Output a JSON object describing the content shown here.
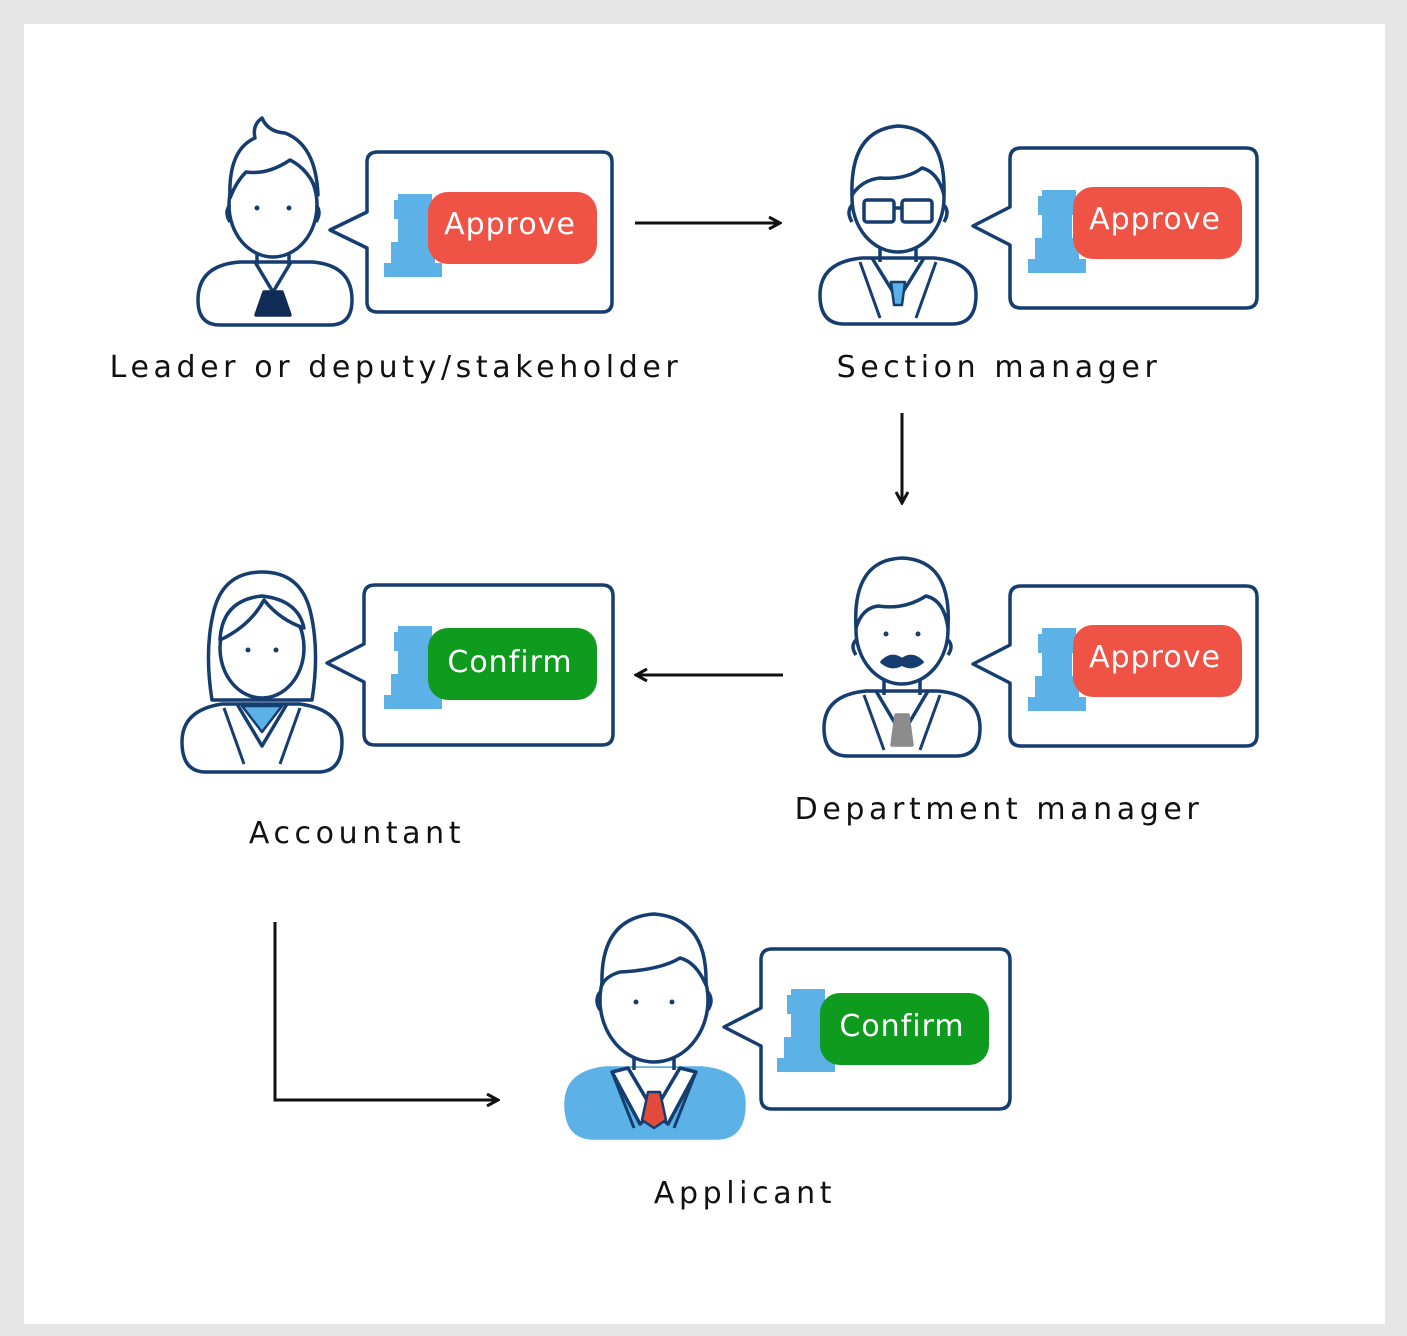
{
  "roles": [
    {
      "label": "Leader or deputy/stakeholder",
      "action": "Approve",
      "action_color": "#ee5346"
    },
    {
      "label": "Section manager",
      "action": "Approve",
      "action_color": "#ee5346"
    },
    {
      "label": "Department manager",
      "action": "Approve",
      "action_color": "#ee5346"
    },
    {
      "label": "Accountant",
      "action": "Confirm",
      "action_color": "#0f9b1d"
    },
    {
      "label": "Applicant",
      "action": "Confirm",
      "action_color": "#0f9b1d"
    }
  ],
  "colors": {
    "outline": "#153d70",
    "stamp": "#5cb1e6",
    "arrow": "#111111",
    "applicant_suit": "#5cb1e6",
    "leader_tie": "#0f2c57",
    "applicant_tie": "#e24a3c",
    "dept_tie": "#8c8c8c"
  },
  "icons": [
    "person-icon",
    "stamp-icon",
    "arrow-icon"
  ]
}
